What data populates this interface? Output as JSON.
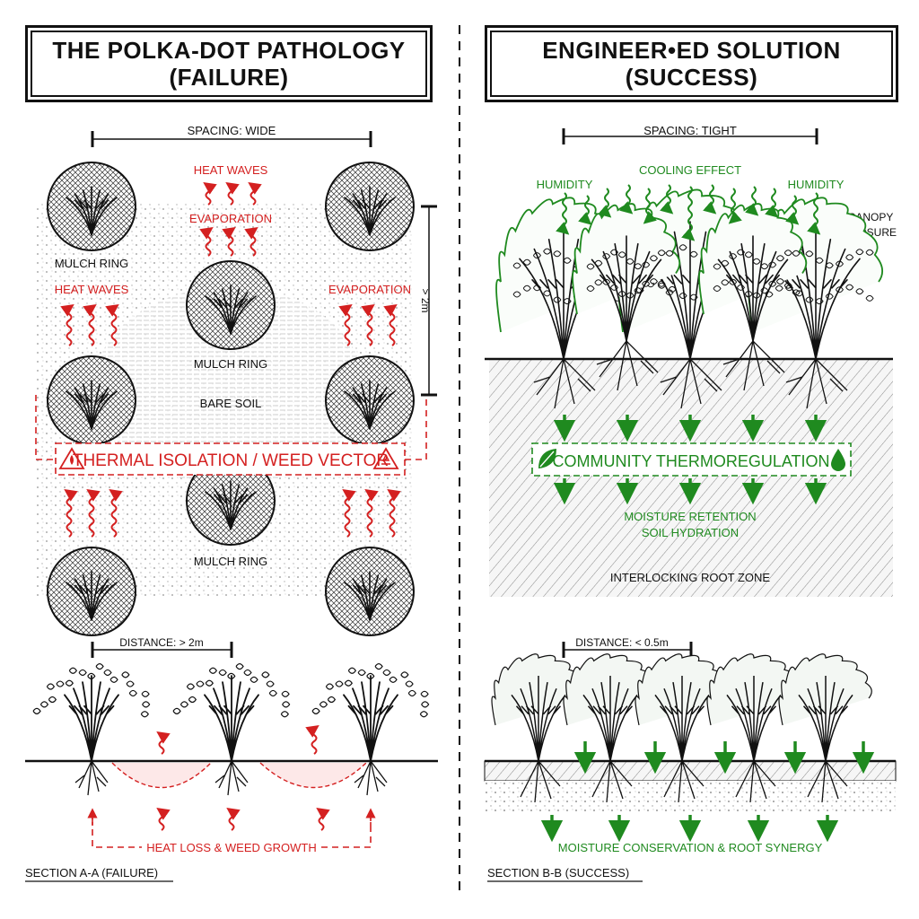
{
  "left": {
    "title_line1": "THE POLKA-DOT PATHOLOGY",
    "title_line2": "(FAILURE)",
    "spacing_label": "SPACING: WIDE",
    "heat_waves": "HEAT WAVES",
    "evaporation": "EVAPORATION",
    "mulch_ring": "MULCH RING",
    "bare_soil": "BARE SOIL",
    "dimension": "> 2m",
    "banner": "THERMAL ISOLATION / WEED VECTOR",
    "distance_label": "DISTANCE: > 2m",
    "heat_loss": "HEAT LOSS & WEED GROWTH",
    "section_label": "SECTION A-A (FAILURE)"
  },
  "right": {
    "title_line1": "ENGINEER•ED SOLUTION",
    "title_line2": "(SUCCESS)",
    "spacing_label": "SPACING: TIGHT",
    "humidity": "HUMIDITY",
    "cooling": "COOLING EFFECT",
    "canopy_line1": "CANOPY",
    "canopy_line2": "CLOSURE",
    "banner": "COMMUNITY THERMOREGULATION",
    "moisture_retention": "MOISTURE RETENTION",
    "soil_hydration": "SOIL HYDRATION",
    "root_zone": "INTERLOCKING ROOT ZONE",
    "distance_label": "DISTANCE: < 0.5m",
    "conservation": "MOISTURE CONSERVATION & ROOT SYNERGY",
    "section_label": "SECTION B-B (SUCCESS)"
  },
  "colors": {
    "failure": "#d42020",
    "success": "#1f8a1f",
    "ink": "#111111"
  }
}
